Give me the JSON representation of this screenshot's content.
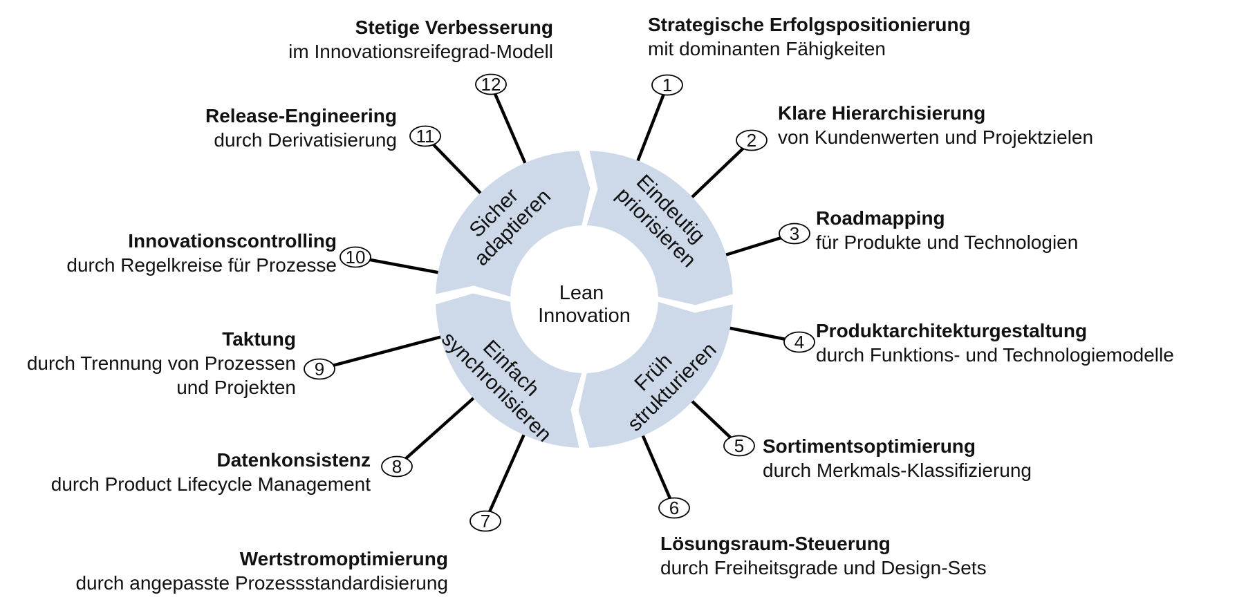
{
  "diagram": {
    "title_hidden": "",
    "ring_color": "#cdd9e9",
    "line_color": "#000000",
    "center": {
      "line1": "Lean",
      "line2": "Innovation"
    },
    "quadrants": [
      {
        "id": "eindeutig-priorisieren",
        "line1": "Eindeutig",
        "line2": "priorisieren"
      },
      {
        "id": "frueh-strukturieren",
        "line1": "Früh",
        "line2": "strukturieren"
      },
      {
        "id": "einfach-synchronisieren",
        "line1": "Einfach",
        "line2": "synchronisieren"
      },
      {
        "id": "sicher-adaptieren",
        "line1": "Sicher",
        "line2": "adaptieren"
      }
    ],
    "items": [
      {
        "number": "1",
        "title": "Strategische Erfolgspositionierung",
        "subtitle": "mit dominanten Fähigkeiten"
      },
      {
        "number": "2",
        "title": "Klare Hierarchisierung",
        "subtitle": "von Kundenwerten und Projektzielen"
      },
      {
        "number": "3",
        "title": "Roadmapping",
        "subtitle": "für Produkte und Technologien"
      },
      {
        "number": "4",
        "title": "Produktarchitekturgestaltung",
        "subtitle": "durch Funktions- und Technologiemodelle"
      },
      {
        "number": "5",
        "title": "Sortimentsoptimierung",
        "subtitle": "durch Merkmals-Klassifizierung"
      },
      {
        "number": "6",
        "title": "Lösungsraum-Steuerung",
        "subtitle": "durch Freiheitsgrade und Design-Sets"
      },
      {
        "number": "7",
        "title": "Wertstromoptimierung",
        "subtitle": "durch angepasste Prozessstandardisierung"
      },
      {
        "number": "8",
        "title": "Datenkonsistenz",
        "subtitle": "durch Product Lifecycle Management"
      },
      {
        "number": "9",
        "title": "Taktung",
        "subtitle": "durch Trennung von Prozessen",
        "subtitle2": "und Projekten"
      },
      {
        "number": "10",
        "title": "Innovationscontrolling",
        "subtitle": "durch Regelkreise für Prozesse"
      },
      {
        "number": "11",
        "title": "Release-Engineering",
        "subtitle": "durch Derivatisierung"
      },
      {
        "number": "12",
        "title": "Stetige Verbesserung",
        "subtitle": "im Innovationsreifegrad-Modell"
      }
    ]
  }
}
